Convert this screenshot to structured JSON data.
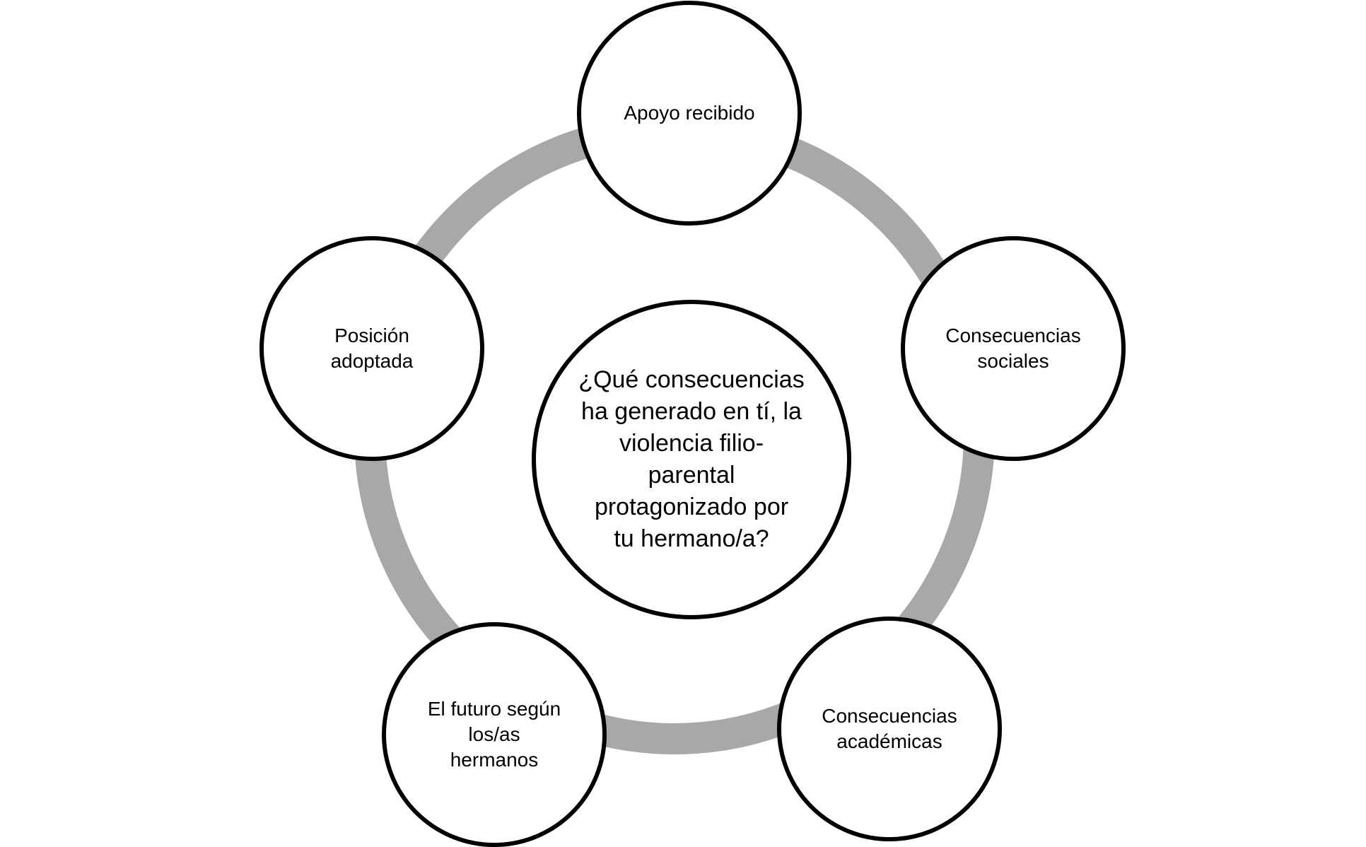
{
  "diagram": {
    "type": "cycle",
    "center": {
      "text": "¿Qué consecuencias\nha generado en tí, la\nviolencia filio-\nparental\nprotagonizado por\ntu hermano/a?"
    },
    "nodes": [
      {
        "text": "Apoyo recibido"
      },
      {
        "text": "Consecuencias\nsociales"
      },
      {
        "text": "Consecuencias\nacadémicas"
      },
      {
        "text": "El futuro según\nlos/as\nhermanos"
      },
      {
        "text": "Posición\nadoptada"
      }
    ]
  },
  "colors": {
    "ring": "#a8a8a8",
    "node_border": "#000000",
    "node_fill": "#ffffff",
    "background": "#ffffff"
  }
}
